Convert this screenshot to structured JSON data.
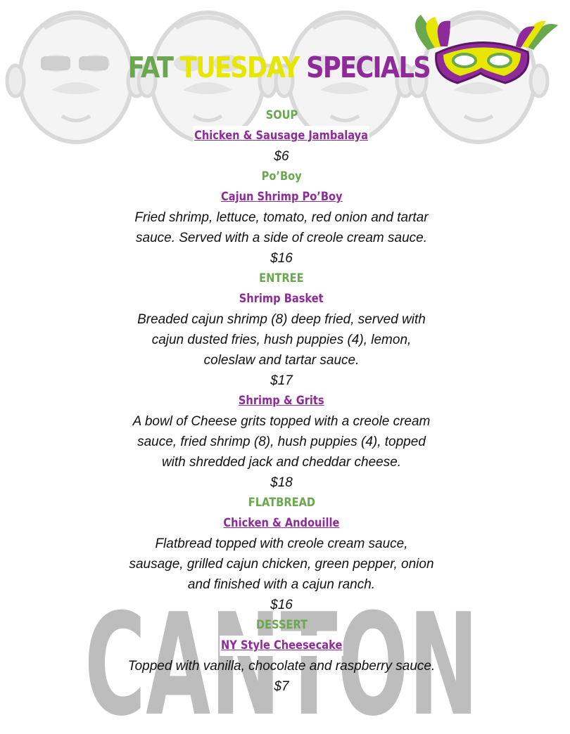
{
  "title": {
    "word1": "FAT",
    "word2": "TUESDAY",
    "word3": "SPECIALS"
  },
  "watermark": {
    "text": "CANTON"
  },
  "colors": {
    "green": "#6aa84f",
    "yellow": "#e6e600",
    "purple": "#8e2a99"
  },
  "icons": {
    "mask": "mardi-gras-mask-icon",
    "faces": "cartoon-face-icon"
  },
  "menu": [
    {
      "category": "SOUP",
      "name": "Chicken & Sausage Jambalaya",
      "underlined": true,
      "description": [],
      "price": "$6"
    },
    {
      "category": "Po’Boy",
      "name": "Cajun Shrimp Po’Boy",
      "underlined": true,
      "description": [
        "Fried shrimp, lettuce, tomato, red onion and tartar",
        "sauce. Served with a side of creole cream sauce."
      ],
      "price": "$16"
    },
    {
      "category": "ENTREE",
      "name": "Shrimp Basket",
      "underlined": false,
      "description": [
        "Breaded cajun shrimp (8) deep fried, served with",
        "cajun dusted fries, hush puppies (4), lemon,",
        "coleslaw and tartar sauce."
      ],
      "price": "$17"
    },
    {
      "category": "",
      "name": "Shrimp & Grits",
      "underlined": true,
      "description": [
        "A bowl of Cheese grits topped with a creole cream",
        "sauce, fried shrimp (8), hush puppies (4), topped",
        "with shredded jack and cheddar cheese."
      ],
      "price": "$18"
    },
    {
      "category": "FLATBREAD",
      "name": "Chicken & Andouille",
      "underlined": true,
      "description": [
        "Flatbread topped with creole cream sauce,",
        "sausage, grilled cajun chicken, green pepper, onion",
        "and finished with a cajun ranch."
      ],
      "price": "$16"
    },
    {
      "category": "DESSERT",
      "name": "NY Style Cheesecake",
      "underlined": true,
      "description": [
        "Topped with vanilla, chocolate and raspberry sauce."
      ],
      "price": "$7"
    }
  ]
}
